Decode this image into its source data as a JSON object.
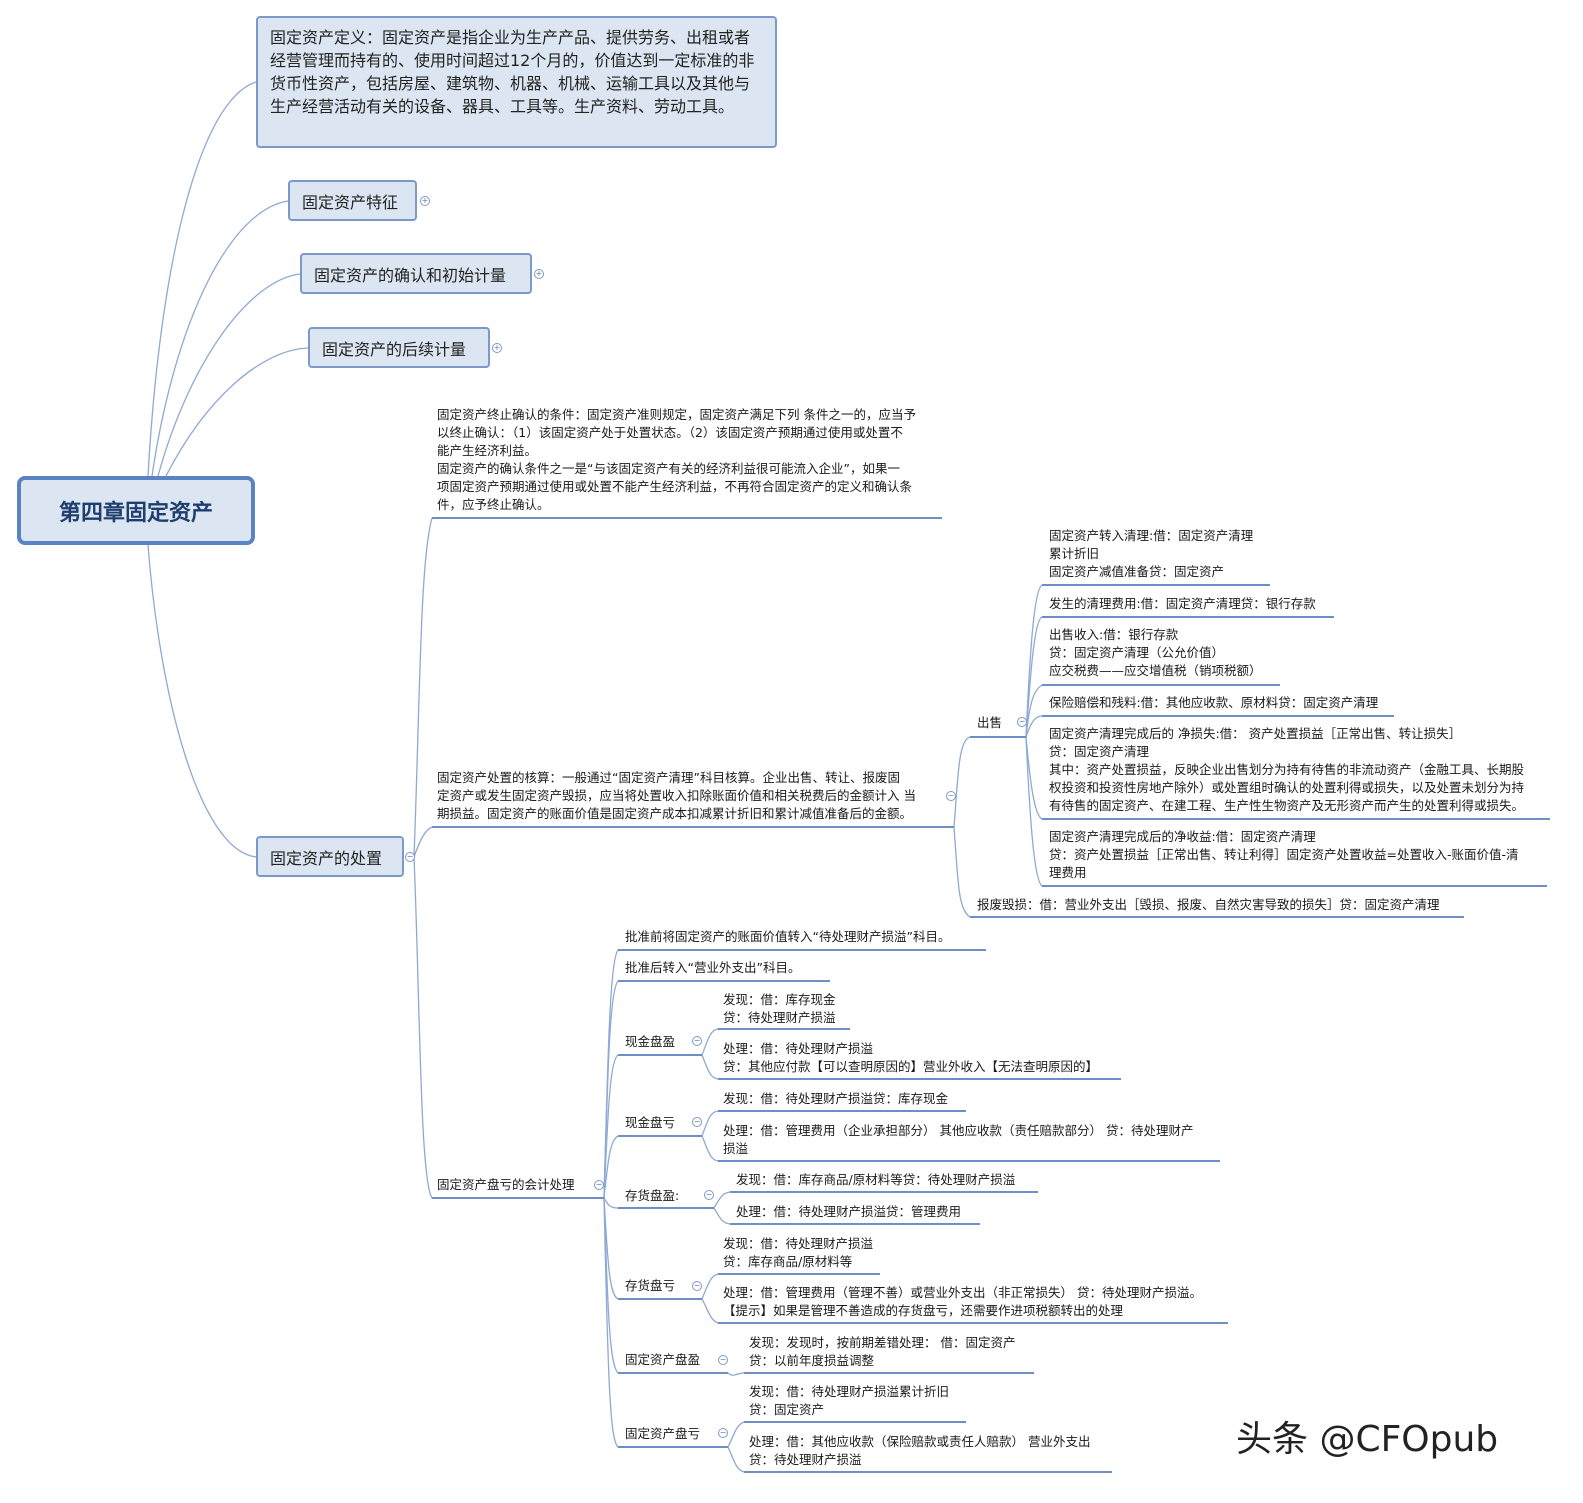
{
  "root": {
    "title": "第四章固定资产"
  },
  "definition": {
    "text": "固定资产定义：固定资产是指企业为生产产品、提供劳务、出租或者经营管理而持有的、使用时间超过12个月的，价值达到一定标准的非货币性资产，包括房屋、建筑物、机器、机械、运输工具以及其他与生产经营活动有关的设备、器具、工具等。生产资料、劳动工具。"
  },
  "branches": {
    "features": "固定资产特征",
    "recognition": "固定资产的确认和初始计量",
    "subsequent": "固定资产的后续计量",
    "disposal": "固定资产的处置"
  },
  "derecognition": {
    "lines": [
      "固定资产终止确认的条件：固定资产准则规定，固定资产满足下列 条件之一的，应当予",
      "以终止确认：（1）该固定资产处于处置状态。（2）该固定资产预期通过使用或处置不",
      "能产生经济利益。",
      "固定资产的确认条件之一是“与该固定资产有关的经济利益很可能流入企业”，如果一",
      "项固定资产预期通过使用或处置不能产生经济利益，不再符合固定资产的定义和确认条",
      "件，应予终止确认。"
    ]
  },
  "accounting": {
    "lines": [
      "固定资产处置的核算：一般通过“固定资产清理”科目核算。企业出售、转让、报废固",
      "定资产或发生固定资产毁损，应当将处置收入扣除账面价值和相关税费后的金额计入 当",
      "期损益。固定资产的账面价值是固定资产成本扣减累计折旧和累计减值准备后的金额。"
    ]
  },
  "sale": {
    "label": "出售",
    "items": [
      [
        "固定资产转入清理:借：固定资产清理",
        "累计折旧",
        "固定资产减值准备贷：固定资产"
      ],
      [
        "发生的清理费用:借：固定资产清理贷：银行存款"
      ],
      [
        "出售收入:借：银行存款",
        "贷：固定资产清理（公允价值）",
        "应交税费——应交增值税（销项税额）"
      ],
      [
        "保险赔偿和残料:借：其他应收款、原材料贷：固定资产清理"
      ],
      [
        "固定资产清理完成后的 净损失:借：  资产处置损益［正常出售、转让损失］",
        "贷：固定资产清理",
        "其中：资产处置损益，反映企业出售划分为持有待售的非流动资产（金融工具、长期股",
        "权投资和投资性房地产除外）或处置组时确认的处置利得或损失，以及处置未划分为持",
        "有待售的固定资产、在建工程、生产性生物资产及无形资产而产生的处置利得或损失。"
      ],
      [
        "固定资产清理完成后的净收益:借：固定资产清理",
        "贷：资产处置损益［正常出售、转让利得］固定资产处置收益=处置收入-账面价值-清",
        "理费用"
      ]
    ]
  },
  "scrap": {
    "text": "报废毁损：借：营业外支出［毁损、报废、自然灾害导致的损失］贷：固定资产清理"
  },
  "inventory": {
    "label": "固定资产盘亏的会计处理",
    "before": "批准前将固定资产的账面价值转入“待处理财产损溢”科目。",
    "after": "批准后转入“营业外支出”科目。",
    "groups": [
      {
        "label": "现金盘盈",
        "items": [
          [
            "发现：借：库存现金",
            "贷：待处理财产损溢"
          ],
          [
            "处理：借：待处理财产损溢",
            "贷：其他应付款【可以查明原因的】营业外收入【无法查明原因的】"
          ]
        ]
      },
      {
        "label": "现金盘亏",
        "items": [
          [
            "发现：借：待处理财产损溢贷：库存现金"
          ],
          [
            "处理：借：管理费用（企业承担部分） 其他应收款（责任赔款部分） 贷：待处理财产",
            "损溢"
          ]
        ]
      },
      {
        "label": "存货盘盈:",
        "items": [
          [
            "发现：借：库存商品/原材料等贷：待处理财产损溢"
          ],
          [
            "处理：借：待处理财产损溢贷：管理费用"
          ]
        ]
      },
      {
        "label": "存货盘亏",
        "items": [
          [
            "发现：借：待处理财产损溢",
            "贷：库存商品/原材料等"
          ],
          [
            "处理：借：管理费用（管理不善）或营业外支出（非正常损失） 贷：待处理财产损溢。",
            "【提示】如果是管理不善造成的存货盘亏，还需要作进项税额转出的处理"
          ]
        ]
      },
      {
        "label": "固定资产盘盈",
        "items": [
          [
            "发现：发现时，按前期差错处理： 借：固定资产",
            "贷：以前年度损益调整"
          ]
        ]
      },
      {
        "label": "固定资产盘亏",
        "items": [
          [
            "发现：借：待处理财产损溢累计折旧",
            "贷：固定资产"
          ],
          [
            "处理：借：其他应收款（保险赔款或责任人赔款） 营业外支出",
            "贷：待处理财产损溢"
          ]
        ]
      }
    ]
  },
  "watermark": "头条 @CFOpub",
  "colors": {
    "node_fill": "#dce6f2",
    "node_border": "#7d99c7",
    "line": "#6f8fc4",
    "root_text": "#1f3e6d"
  }
}
